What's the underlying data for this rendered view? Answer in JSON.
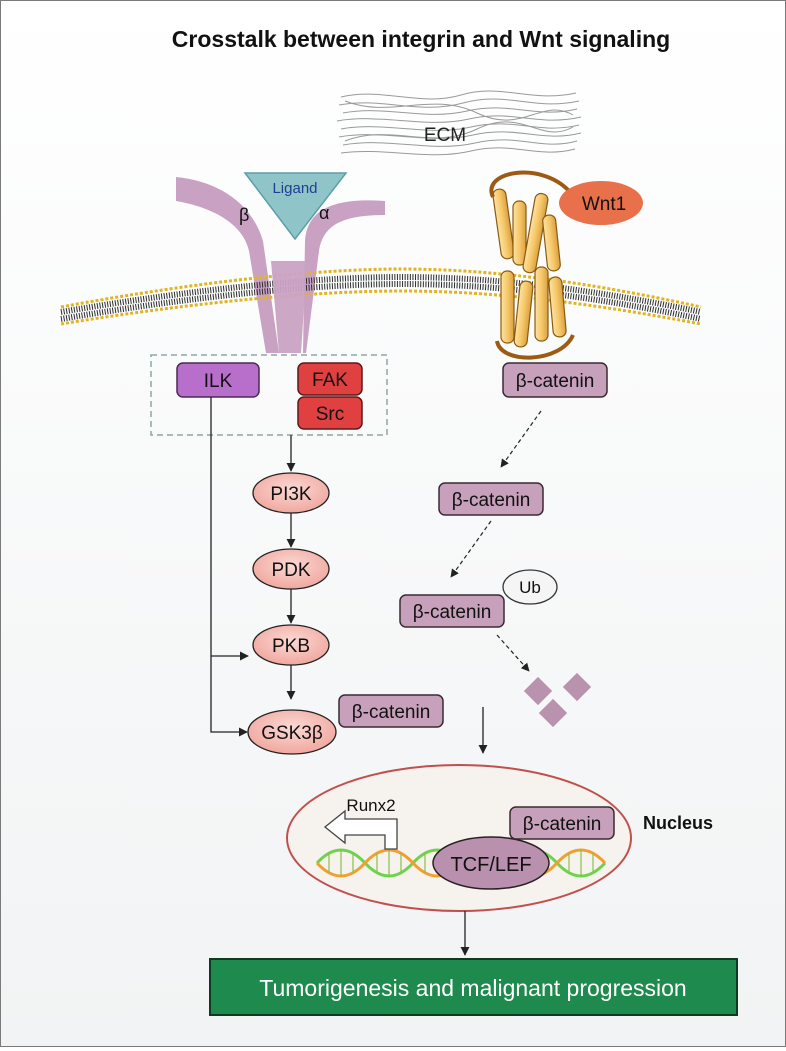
{
  "title": "Crosstalk between integrin and Wnt signaling",
  "ecm": "ECM",
  "integrin": {
    "ligand": "Ligand",
    "beta": "β",
    "alpha": "α"
  },
  "wnt": {
    "ligand": "Wnt1",
    "beta_catenin_membrane": "β-catenin"
  },
  "integrin_pathway": {
    "ilk": "ILK",
    "fak": "FAK",
    "src": "Src",
    "pi3k": "PI3K",
    "pdk": "PDK",
    "pkb": "PKB",
    "gsk3b": "GSK3β",
    "gsk_beta_catenin": "β-catenin"
  },
  "degradation": {
    "beta_catenin_1": "β-catenin",
    "beta_catenin_2": "β-catenin",
    "ub": "Ub"
  },
  "nucleus": {
    "label": "Nucleus",
    "gene": "Runx2",
    "tcf_lef": "TCF/LEF",
    "beta_catenin": "β-catenin"
  },
  "outcome": "Tumorigenesis and malignant progression",
  "colors": {
    "integrin": "#c9a2c3",
    "ligand": "#8fc5c9",
    "ilk": "#b86fcc",
    "fak_src": "#e04040",
    "pathway_node": "#f3b7b0",
    "catenin_box": "#c7a1bb",
    "wnt1": "#e8704a",
    "receptor": "#f6c86a",
    "nucleus_border": "#c0504d",
    "outcome": "#1e8a4d",
    "dna_green": "#6fd24e",
    "dna_orange": "#f0a030"
  }
}
